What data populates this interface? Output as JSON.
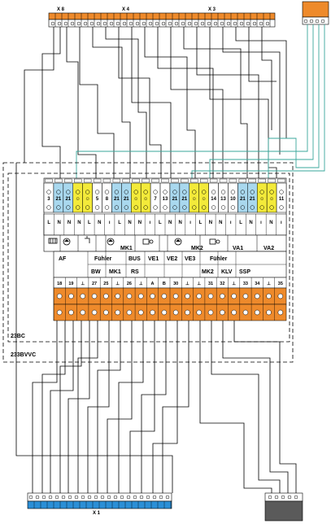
{
  "top_connectors": {
    "x8": "X 8",
    "x4": "X 4",
    "x3": "X 3"
  },
  "module_labels": {
    "c23bc": "23BC",
    "c233bvvc": "233BVVC",
    "bottom_x1": "X 1"
  },
  "upper_terminals": {
    "numbers": [
      "3",
      "21",
      "21",
      "☺",
      "☺",
      "5",
      "8",
      "21",
      "21",
      "☺",
      "☺",
      "7",
      "13",
      "21",
      "21",
      "☺",
      "☺",
      "14",
      "13",
      "10",
      "21",
      "21",
      "☺",
      "☺",
      "11"
    ],
    "bottom_marks": [
      "L",
      "N",
      "N",
      "N",
      "L",
      "N",
      "ı",
      "L",
      "N",
      "N",
      "ı",
      "L",
      "N",
      "N",
      "ı",
      "L",
      "N",
      "N",
      "ı",
      "L",
      "N",
      "ı",
      "N",
      "ı"
    ]
  },
  "function_labels": {
    "mk1": "MK1",
    "mk2": "MK2",
    "va1": "VA1",
    "va2": "VA2"
  },
  "lower_group_labels": {
    "af": "AF",
    "fuhler1": "Fühler",
    "bw": "BW",
    "mk1": "MK1",
    "bus": "BUS",
    "rs": "RS",
    "ve1": "VE1",
    "ve2": "VE2",
    "ve3": "VE3",
    "fuhler2": "Fühler",
    "mk2": "MK2",
    "klv": "KLV",
    "ssp": "SSP"
  },
  "lower_terminals": {
    "numbers": [
      "18",
      "19",
      "⊥",
      "27",
      "25",
      "⊥",
      "26",
      "⊥",
      "A",
      "B",
      "30",
      "⊥",
      "⊥",
      "31",
      "32",
      "⊥",
      "33",
      "34",
      "⊥",
      "35"
    ]
  },
  "colors": {
    "orange": "#ee8a2b",
    "light_blue": "#a9d8ee",
    "yellow": "#f3ea3a",
    "teal_wire": "#3aa79b",
    "dark_box": "#5a5a5a",
    "blue_connector": "#2b8fd6"
  }
}
